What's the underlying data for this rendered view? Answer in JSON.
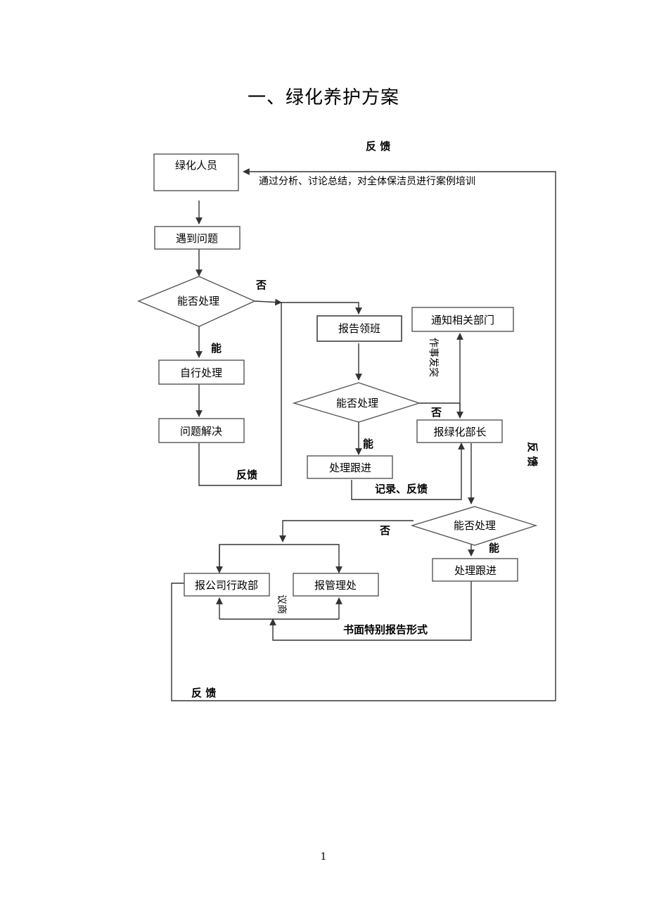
{
  "page": {
    "title": "一、绿化养护方案",
    "page_number": "1"
  },
  "diagram": {
    "nodes": {
      "staff": "绿化人员",
      "problem": "遇到问题",
      "can_handle_1": "能否处理",
      "self_handle": "自行处理",
      "resolved": "问题解决",
      "report_lead": "报告领班",
      "can_handle_2": "能否处理",
      "follow_up_1": "处理跟进",
      "notify_dept": "通知相关部门",
      "report_chief": "报绿化部长",
      "can_handle_3": "能否处理",
      "follow_up_2": "处理跟进",
      "report_admin": "报公司行政部",
      "report_mgmt": "报管理处"
    },
    "labels": {
      "feedback_top": "反  馈",
      "training": "通过分析、讨论总结，对全体保洁员进行案例培训",
      "no_1": "否",
      "yes_1": "能",
      "feedback_mid": "反馈",
      "no_2": "否",
      "yes_2": "能",
      "vertical_note": "作事发突",
      "record_feedback": "记录、反馈",
      "no_3": "否",
      "yes_3": "能",
      "negotiate": "议商",
      "written_report": "书面特别报告形式",
      "feedback_bottom": "反  馈",
      "feedback_right": "反  馈"
    }
  }
}
